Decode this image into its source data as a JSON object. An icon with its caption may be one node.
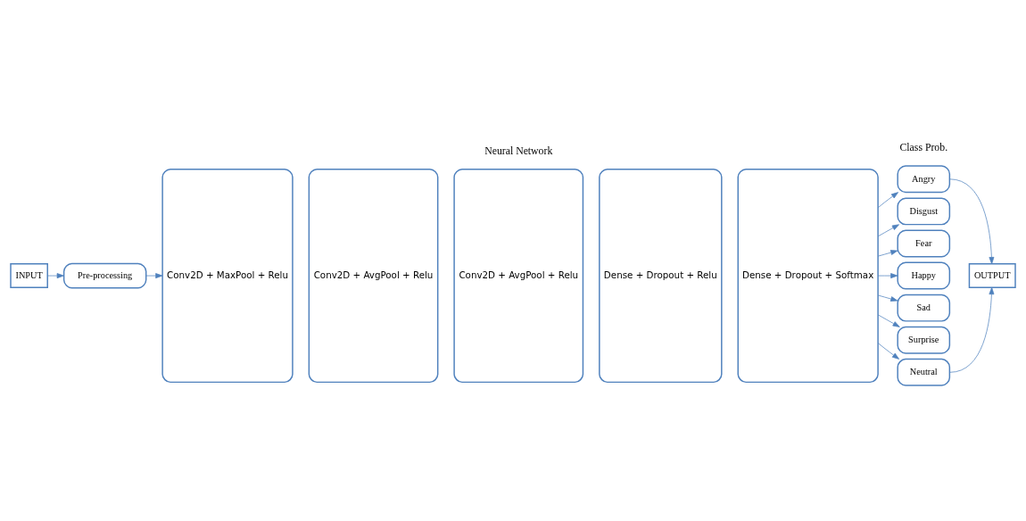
{
  "diagram": {
    "nodes": [
      {
        "text": [
          "INPUT"
        ]
      },
      {
        "text": [
          "Pre-processing"
        ]
      },
      {
        "text": [
          "Conv2D + MaxPool + Relu"
        ]
      },
      {
        "text": [
          "Conv2D + AvgPool + Relu"
        ]
      },
      {
        "text": [
          "Conv2D + AvgPool + Relu"
        ]
      },
      {
        "text": [
          "Dense + Dropout + Relu"
        ]
      },
      {
        "text": [
          "Dense + Dropout + Softmax"
        ]
      },
      {
        "text": [
          "Angry"
        ]
      },
      {
        "text": [
          "Disgust"
        ]
      },
      {
        "text": [
          "Fear"
        ]
      },
      {
        "text": [
          "Happy"
        ]
      },
      {
        "text": [
          "Sad"
        ]
      },
      {
        "text": [
          "Surprise"
        ]
      },
      {
        "text": [
          "Neutral"
        ]
      },
      {
        "text": [
          "OUTPUT"
        ]
      }
    ],
    "edges": [
      {
        "from": 0,
        "to": 1,
        "arrow": "to"
      },
      {
        "from": 1,
        "to": 2,
        "arrow": "to"
      },
      {
        "from": 6,
        "to": 7,
        "arrow": "to"
      },
      {
        "from": 6,
        "to": 8,
        "arrow": "to"
      },
      {
        "from": 6,
        "to": 9,
        "arrow": "to"
      },
      {
        "from": 6,
        "to": 10,
        "arrow": "to"
      },
      {
        "from": 6,
        "to": 11,
        "arrow": "to"
      },
      {
        "from": 6,
        "to": 12,
        "arrow": "to"
      },
      {
        "from": 6,
        "to": 13,
        "arrow": "to"
      },
      {
        "from": 7,
        "to": 14,
        "arrow": "to"
      },
      {
        "from": 13,
        "to": 14,
        "arrow": "to"
      }
    ],
    "labels": [
      "Neural Network",
      "Class Prob."
    ]
  }
}
